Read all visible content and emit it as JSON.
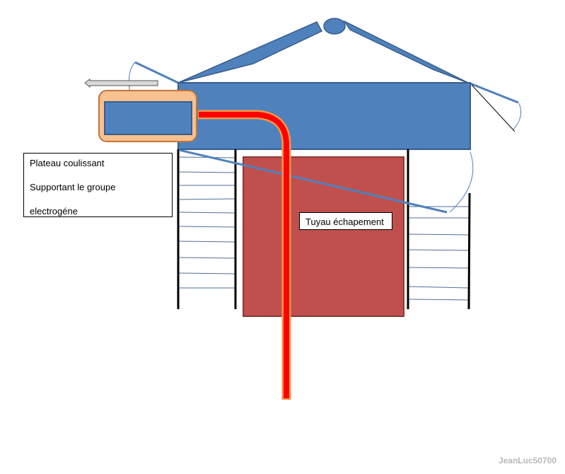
{
  "labels": {
    "tray": [
      "Plateau coulissant",
      "Supportant le groupe",
      "electrogéne"
    ],
    "pipe": "Tuyau échapement"
  },
  "watermark": "JeanLuc50700",
  "colors": {
    "blue": "#4f81bd",
    "blue_dark": "#385d8a",
    "red_box": "#c0504d",
    "pipe": "#ff0000",
    "pipe_border": "#f79646",
    "tray": "#fac090"
  }
}
